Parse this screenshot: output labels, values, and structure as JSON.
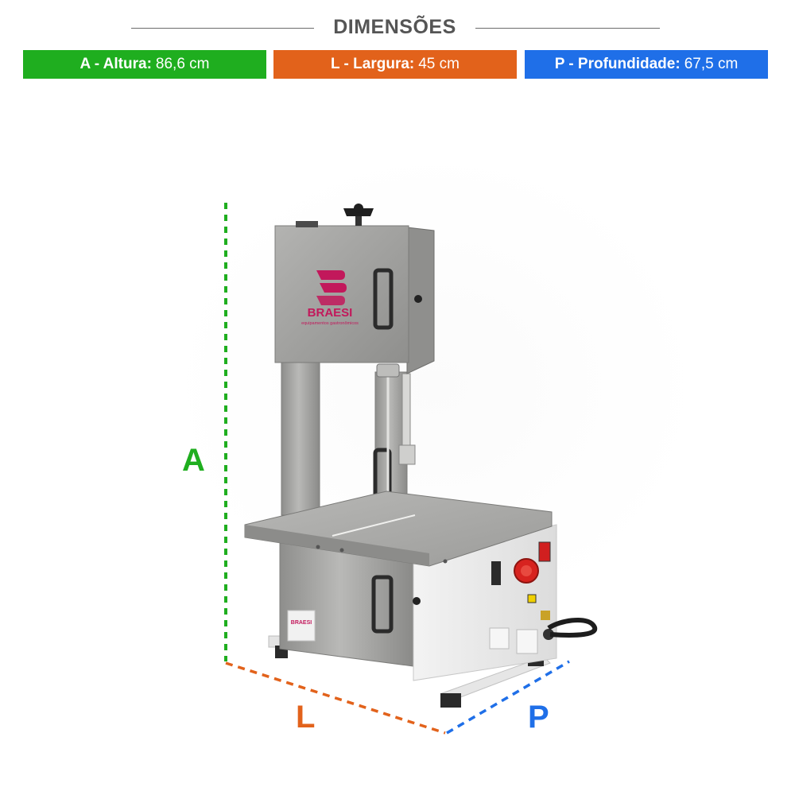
{
  "header": {
    "title": "DIMENSÕES"
  },
  "dimensions": [
    {
      "key": "A - Altura:",
      "value": "86,6 cm",
      "color": "#1fae1f"
    },
    {
      "key": "L - Largura:",
      "value": "45 cm",
      "color": "#e2621b"
    },
    {
      "key": "P - Profundidade:",
      "value": "67,5 cm",
      "color": "#1f6fe8"
    }
  ],
  "diagram": {
    "letter_a": "A",
    "letter_l": "L",
    "letter_p": "P",
    "colors": {
      "a": "#1fae1f",
      "l": "#e2621b",
      "p": "#1f6fe8"
    }
  },
  "product": {
    "brand": "BRAESI",
    "tagline": "equipamentos gastronômicos",
    "brand_color": "#c2185b",
    "body_color": "#a7a7a5",
    "base_color": "#eeeeee"
  }
}
